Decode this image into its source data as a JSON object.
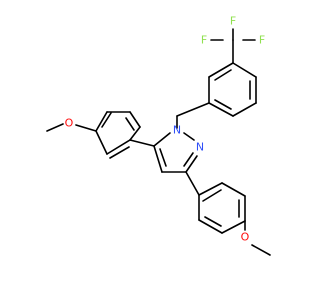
{
  "molecule": {
    "atoms": {
      "F1": "F",
      "F2": "F",
      "F3": "F",
      "N1": "N",
      "N2": "N",
      "O1": "O",
      "O2": "O"
    },
    "colors": {
      "bond": "#000000",
      "N": "#3050F8",
      "O": "#FF0D0D",
      "F": "#90E050",
      "background": "#ffffff"
    }
  }
}
